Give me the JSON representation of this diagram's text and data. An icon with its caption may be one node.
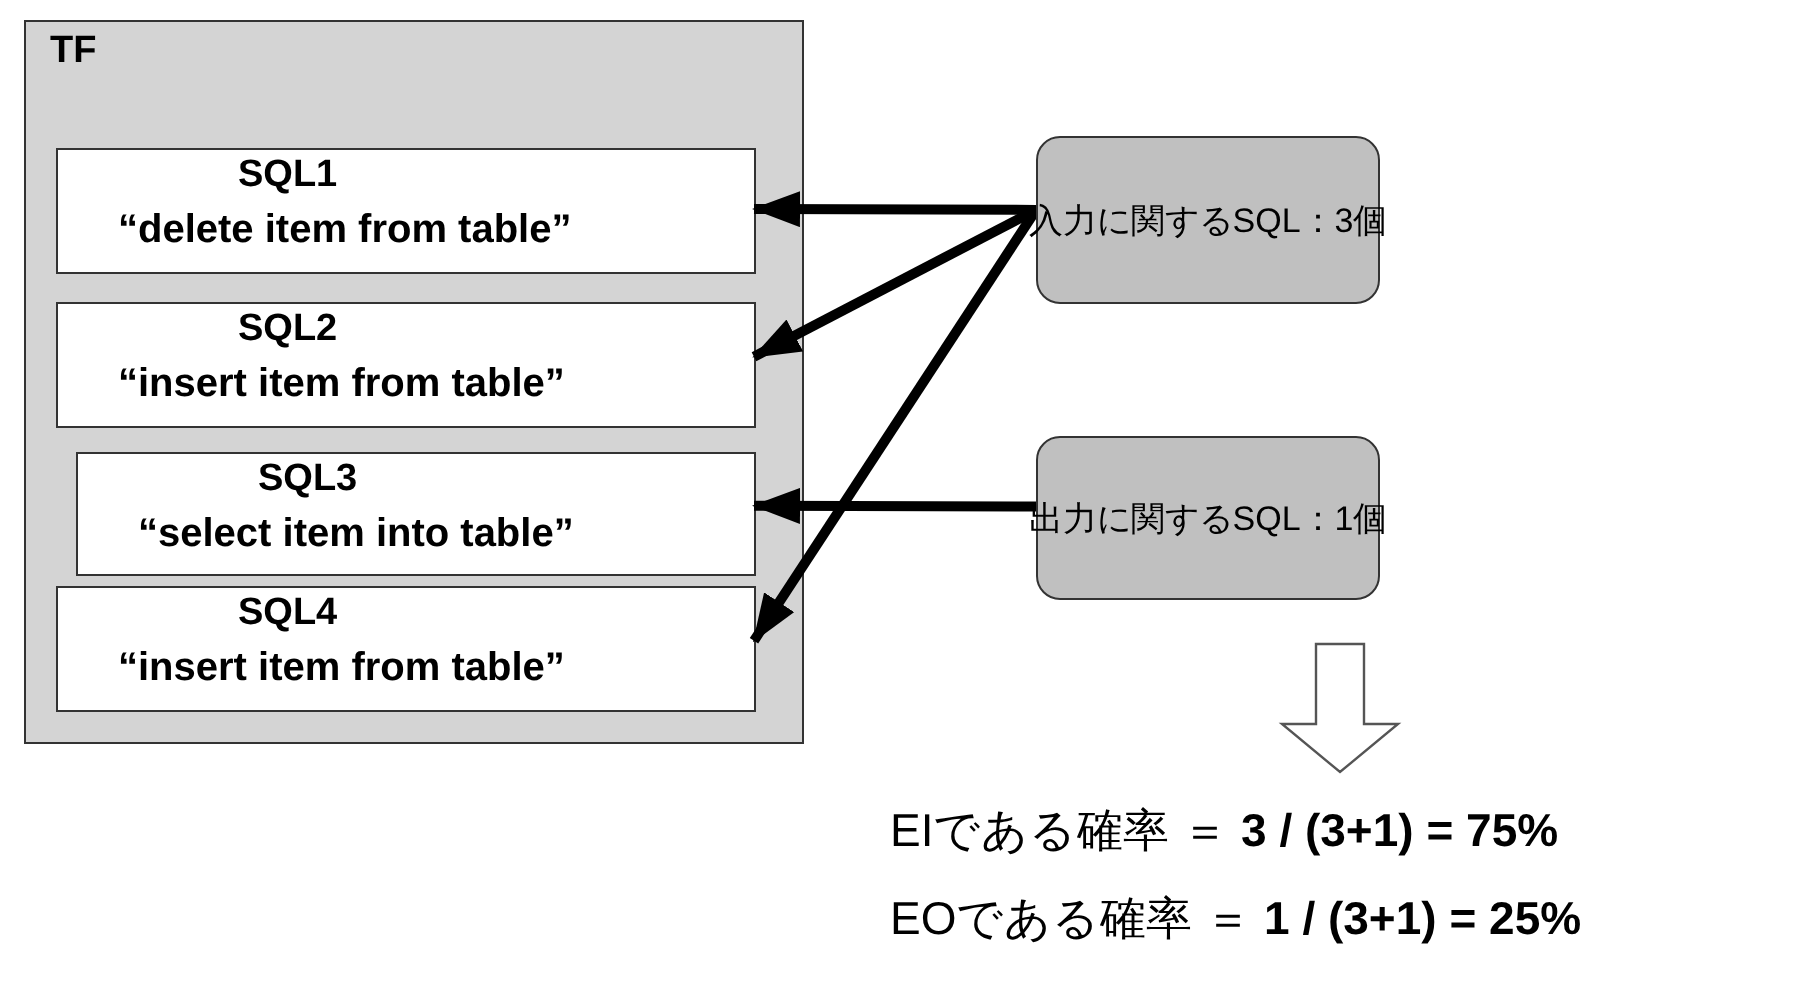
{
  "diagram": {
    "nodes": [
      {
        "text": [
          "TF"
        ]
      },
      {
        "text": [
          "SQL1",
          "“delete item from table”"
        ],
        "in": 0
      },
      {
        "text": [
          "SQL2",
          "“insert item from table”"
        ],
        "in": 0
      },
      {
        "text": [
          "SQL3",
          "“select item into table”"
        ],
        "in": 0
      },
      {
        "text": [
          "SQL4",
          "“insert item from table”"
        ],
        "in": 0
      },
      {
        "text": [
          "入力に関するSQL：3個"
        ]
      },
      {
        "text": [
          "出力に関するSQL：1個"
        ]
      }
    ],
    "edges": [
      {
        "from": 5,
        "to": 1,
        "arrow": "to"
      },
      {
        "from": 5,
        "to": 2,
        "arrow": "to"
      },
      {
        "from": 5,
        "to": 4,
        "arrow": "to"
      },
      {
        "from": 6,
        "to": 3,
        "arrow": "to"
      }
    ],
    "labels": [
      "EIである確率 ＝ **3 / (3+1) = 75%**",
      "EOである確率 ＝ **1 / (3+1) = 25%**"
    ]
  }
}
